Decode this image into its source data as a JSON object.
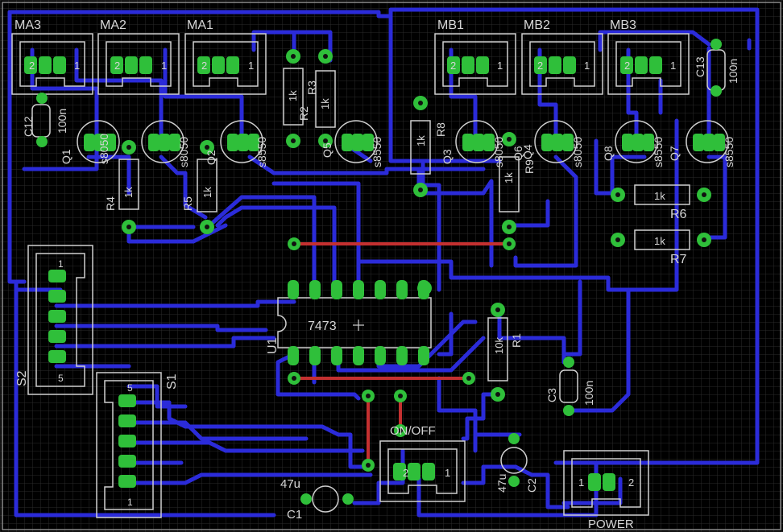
{
  "colors": {
    "background": "#000000",
    "grid": "#2a2a2a",
    "trace": "#2b2bd9",
    "jumper": "#c43030",
    "pad": "#2fbf3a",
    "hole": "#101010",
    "silk": "#d0d0d0"
  },
  "labels": {
    "MA3": "MA3",
    "MA2": "MA2",
    "MA1": "MA1",
    "MB1": "MB1",
    "MB2": "MB2",
    "MB3": "MB3",
    "C12": "C12",
    "C13": "C13",
    "C12v": "100n",
    "C13v": "100n",
    "Q1": "Q1",
    "Q2": "Q2",
    "Q4": "Q4",
    "Q5": "Q5",
    "Q3": "Q3",
    "Q8": "Q8",
    "Q7": "Q7",
    "Q6": "Q6",
    "Q1t": "s8050",
    "Q2t": "s8050",
    "Q4t": "s8550",
    "Q5t": "s8550",
    "Q3t": "s8050",
    "Q6t": "s8050",
    "Q8t": "s8550",
    "Q7t": "s8550",
    "R1": "R1",
    "R2": "R2",
    "R3": "R3",
    "R4": "R4",
    "R5": "R5",
    "R6": "R6",
    "R7": "R7",
    "R8": "R8",
    "R9": "R9",
    "R1v": "10k",
    "R2v": "1k",
    "R3v": "1k",
    "R4v": "1k",
    "R5v": "1k",
    "R6v": "1k",
    "R7v": "1k",
    "R8v": "1k",
    "R9v": "1k",
    "U1": "U1",
    "U1v": "7473",
    "S1": "S1",
    "S2": "S2",
    "C1": "C1",
    "C2": "C2",
    "C3": "C3",
    "C1v": "47u",
    "C2v": "47u",
    "C3v": "100n",
    "ONOFF": "ON/OFF",
    "POWER": "POWER",
    "pin1": "1",
    "pin2": "2",
    "pin5": "5"
  }
}
